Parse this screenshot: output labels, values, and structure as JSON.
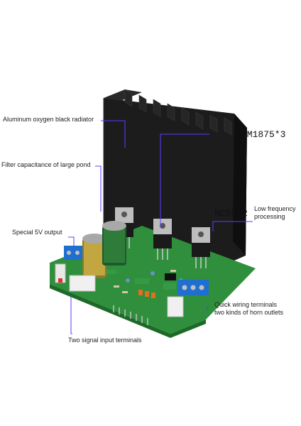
{
  "labels": {
    "radiator": "Aluminum oxygen black radiator",
    "chip_main": "LM1875*3",
    "filter_cap": "Filter capacitance of large pond",
    "low_freq": "Low frequency\nprocessing",
    "ne5532": "NE5532",
    "special_5v": "Special 5V output",
    "quick_wiring": "Quick wiring terminals\ntwo kinds of horn outlets",
    "signal_input": "Two signal input terminals"
  },
  "colors": {
    "annotation_line": "#5a3dff",
    "pcb": "#2e8b3a",
    "heatsink": "#1b1b1b",
    "terminal_blue": "#1f6fd0",
    "capacitor_gold": "#b59a3a"
  }
}
